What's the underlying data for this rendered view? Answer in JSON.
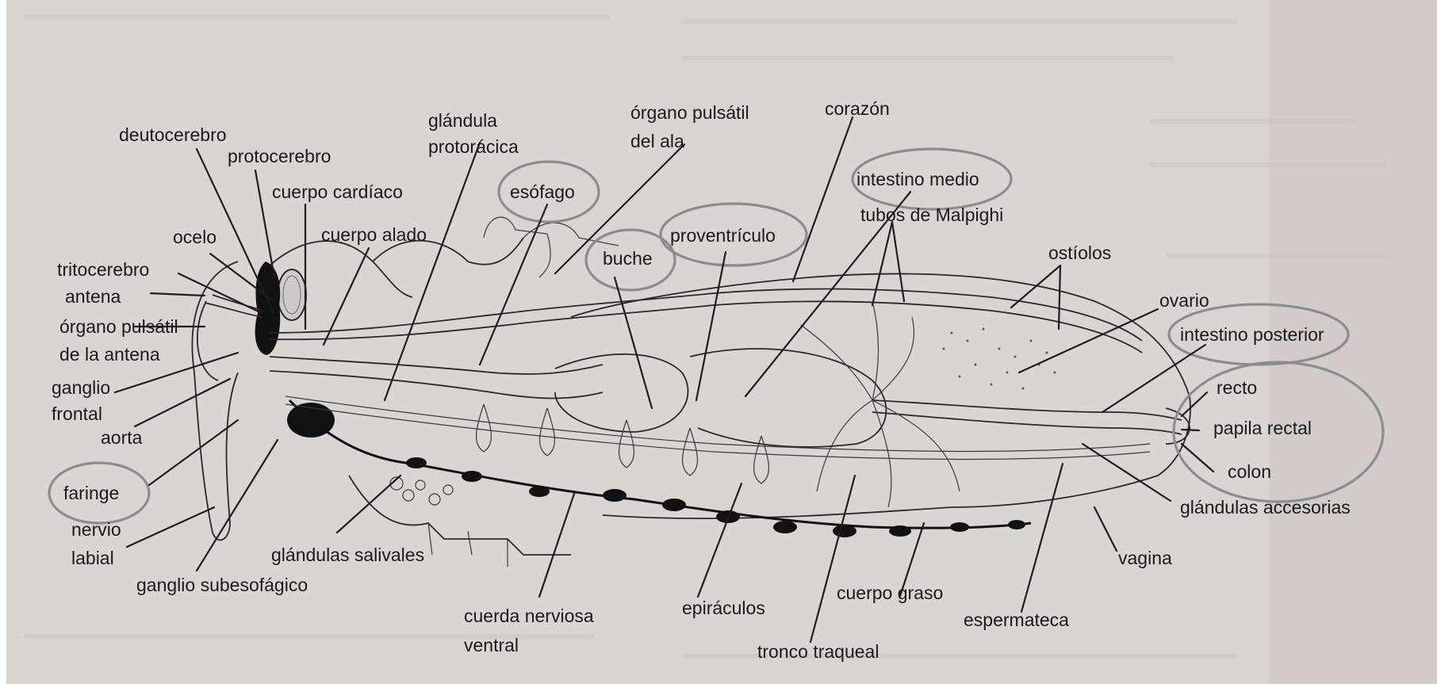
{
  "labels": {
    "deutocerebro": "deutocerebro",
    "protocerebro": "protocerebro",
    "cuerpo_cardiaco": "cuerpo cardíaco",
    "ocelo": "ocelo",
    "cuerpo_alado": "cuerpo alado",
    "tritocerebro": "tritocerebro",
    "antena": "antena",
    "organo_pulsatil_antena_1": "órgano pulsátil",
    "organo_pulsatil_antena_2": "de la antena",
    "ganglio_frontal_1": "ganglio",
    "ganglio_frontal_2": "frontal",
    "aorta": "aorta",
    "faringe": "faringe",
    "nervio_labial_1": "nervio",
    "nervio_labial_2": "labial",
    "ganglio_subesofagico": "ganglio subesofágico",
    "glandulas_salivales": "glándulas salivales",
    "glandula_protoracica_1": "glándula",
    "glandula_protoracica_2": "protorácica",
    "esofago": "esófago",
    "organo_pulsatil_ala_1": "órgano pulsátil",
    "organo_pulsatil_ala_2": "del ala",
    "buche": "buche",
    "proventriculo": "proventrículo",
    "corazon": "corazón",
    "intestino_medio": "intestino medio",
    "tubos_malpighi": "tubos de Malpighi",
    "ostiolos": "ostíolos",
    "ovario": "ovario",
    "intestino_posterior": "intestino posterior",
    "recto": "recto",
    "papila_rectal": "papila rectal",
    "colon": "colon",
    "glandulas_accesorias": "glándulas accesorias",
    "vagina": "vagina",
    "espermateca": "espermateca",
    "cuerpo_graso": "cuerpo graso",
    "tronco_traqueal": "tronco traqueal",
    "epiraculos": "epiráculos",
    "cuerda_nerviosa_1": "cuerda nerviosa",
    "cuerda_nerviosa_2": "ventral"
  },
  "colors": {
    "paper": "#dad5d3",
    "paper_edge": "#cfc8c6",
    "ink": "#1b1a1a",
    "highlight_ring": "#8c8c8c",
    "bleed_text": "#bcb7b7"
  }
}
